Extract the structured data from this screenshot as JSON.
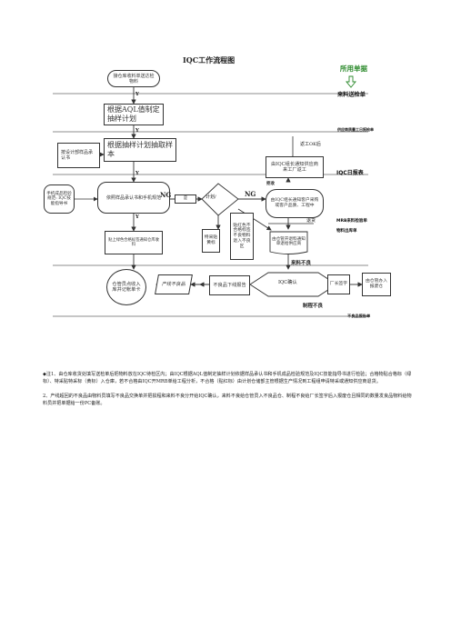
{
  "title": "IQC工作流程图",
  "legend_use_form": "所用单据",
  "right_labels": {
    "delivery_note": "来料送检单",
    "sampling_plan": "供应商质量工日报检单",
    "iqc_daily": "IQC日报表",
    "reject_notice": "MRB来料检验单",
    "material_list": "物料出库单",
    "bad_report": "不良品报告单"
  },
  "boxes": {
    "receive": "接仓库收料单送达检物料",
    "plan": "根据AQL值制定抽样计划",
    "design_doc": "按设计部样品承认书",
    "sample": "根据抽样计划抽取样本",
    "handheld": "手机成品检验规范: IQC技能指导书",
    "compare": "依照样品承认书和手机规范",
    "judge": "计划/",
    "green": "贴上绿色合格标签通知仓库收料",
    "special": "特采贴黄标",
    "red": "贴红色不合格标签不良物料退入不良区",
    "mrb_right": "由IQC组长通知客户采购或客户品质、工程中",
    "notify_supplier": "由IQC组长通知供应商来工厂返工",
    "return_supplier": "由仓管开退料通知单退给供应商",
    "warehouse_in": "仓管员点收入库并记帐单卡",
    "line_bad": "产线不良品",
    "bad_report_box": "不良品下线报告",
    "iqc_confirm": "IQC确认",
    "factory_bad": "厂长签字",
    "stock_out": "由仓管办入报废仓"
  },
  "small_labels": {
    "y1": "Y",
    "y2": "Y",
    "y3": "Y",
    "y4": "Y",
    "ng1": "NG",
    "ng2": "NG",
    "ok": "是",
    "rework_ok": "返工OK后",
    "return_goods": "退货",
    "rej": "拒收",
    "incoming_bad": "来料不良",
    "process_bad": "制程不良"
  },
  "notes": {
    "p1": "◆注1、由仓库收货处填写送检单后把物料放在IQC待检区内；由IQC根据AQL值制定抽样计划依据样品承认书和手机成品检验规范及IQC技能指导书进行检验；合格物贴合格标（绿标）、特采贴特采标（黄标）入仓庫，若不合格由IQC开MRB单给工程分析，不合格（贴红标）由计划仓储部主管根据生产情况到工程组申请特采或通知供应商退货。",
    "p2": "2、产线超回的不良品由物料员填写不良品交换单并把损程和来料不良分开给IQC确认，来料不良给仓管员入不良品仓、制程不良给厂长签字后入报废仓且相同的数量发良品物料给物料员并把单据给一份PC备账。"
  }
}
